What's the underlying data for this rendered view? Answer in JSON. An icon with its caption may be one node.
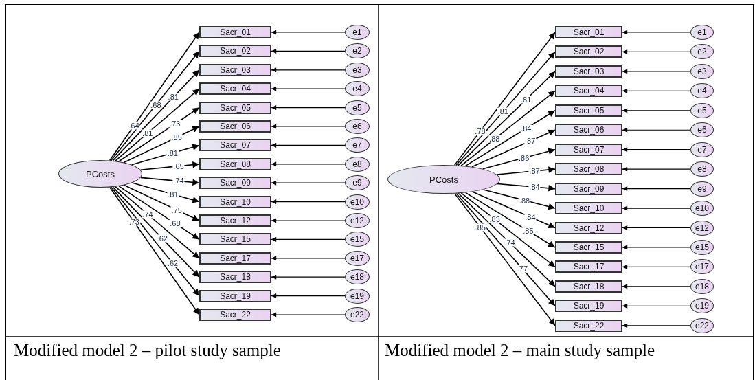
{
  "diagram": {
    "nodes": [
      {
        "text": [
          "PCosts"
        ]
      },
      {
        "text": [
          "Sacr_01"
        ]
      },
      {
        "text": [
          "Sacr_02"
        ]
      },
      {
        "text": [
          "Sacr_03"
        ]
      },
      {
        "text": [
          "Sacr_04"
        ]
      },
      {
        "text": [
          "Sacr_05"
        ]
      },
      {
        "text": [
          "Sacr_06"
        ]
      },
      {
        "text": [
          "Sacr_07"
        ]
      },
      {
        "text": [
          "Sacr_08"
        ]
      },
      {
        "text": [
          "Sacr_09"
        ]
      },
      {
        "text": [
          "Sacr_10"
        ]
      },
      {
        "text": [
          "Sacr_12"
        ]
      },
      {
        "text": [
          "Sacr_15"
        ]
      },
      {
        "text": [
          "Sacr_17"
        ]
      },
      {
        "text": [
          "Sacr_18"
        ]
      },
      {
        "text": [
          "Sacr_19"
        ]
      },
      {
        "text": [
          "Sacr_22"
        ]
      },
      {
        "text": [
          "e1"
        ]
      },
      {
        "text": [
          "e2"
        ]
      },
      {
        "text": [
          "e3"
        ]
      },
      {
        "text": [
          "e4"
        ]
      },
      {
        "text": [
          "e5"
        ]
      },
      {
        "text": [
          "e6"
        ]
      },
      {
        "text": [
          "e7"
        ]
      },
      {
        "text": [
          "e8"
        ]
      },
      {
        "text": [
          "e9"
        ]
      },
      {
        "text": [
          "e10"
        ]
      },
      {
        "text": [
          "e12"
        ]
      },
      {
        "text": [
          "e15"
        ]
      },
      {
        "text": [
          "e17"
        ]
      },
      {
        "text": [
          "e18"
        ]
      },
      {
        "text": [
          "e19"
        ]
      },
      {
        "text": [
          "e22"
        ]
      },
      {
        "text": [
          "PCosts"
        ]
      },
      {
        "text": [
          "Sacr_01"
        ]
      },
      {
        "text": [
          "Sacr_02"
        ]
      },
      {
        "text": [
          "Sacr_03"
        ]
      },
      {
        "text": [
          "Sacr_04"
        ]
      },
      {
        "text": [
          "Sacr_05"
        ]
      },
      {
        "text": [
          "Sacr_06"
        ]
      },
      {
        "text": [
          "Sacr_07"
        ]
      },
      {
        "text": [
          "Sacr_08"
        ]
      },
      {
        "text": [
          "Sacr_09"
        ]
      },
      {
        "text": [
          "Sacr_10"
        ]
      },
      {
        "text": [
          "Sacr_12"
        ]
      },
      {
        "text": [
          "Sacr_15"
        ]
      },
      {
        "text": [
          "Sacr_17"
        ]
      },
      {
        "text": [
          "Sacr_18"
        ]
      },
      {
        "text": [
          "Sacr_19"
        ]
      },
      {
        "text": [
          "Sacr_22"
        ]
      },
      {
        "text": [
          "e1"
        ]
      },
      {
        "text": [
          "e2"
        ]
      },
      {
        "text": [
          "e3"
        ]
      },
      {
        "text": [
          "e4"
        ]
      },
      {
        "text": [
          "e5"
        ]
      },
      {
        "text": [
          "e6"
        ]
      },
      {
        "text": [
          "e7"
        ]
      },
      {
        "text": [
          "e8"
        ]
      },
      {
        "text": [
          "e9"
        ]
      },
      {
        "text": [
          "e10"
        ]
      },
      {
        "text": [
          "e12"
        ]
      },
      {
        "text": [
          "e15"
        ]
      },
      {
        "text": [
          "e17"
        ]
      },
      {
        "text": [
          "e18"
        ]
      },
      {
        "text": [
          "e19"
        ]
      },
      {
        "text": [
          "e22"
        ]
      }
    ],
    "edges": [
      {
        "from": 0,
        "to": 1,
        "arrow": "to",
        "label": ".64"
      },
      {
        "from": 0,
        "to": 2,
        "arrow": "to",
        "label": ".68"
      },
      {
        "from": 0,
        "to": 3,
        "arrow": "to",
        "label": ".81"
      },
      {
        "from": 0,
        "to": 4,
        "arrow": "to",
        "label": ".81"
      },
      {
        "from": 0,
        "to": 5,
        "arrow": "to",
        "label": ".73"
      },
      {
        "from": 0,
        "to": 6,
        "arrow": "to",
        "label": ".85"
      },
      {
        "from": 0,
        "to": 7,
        "arrow": "to",
        "label": ".81"
      },
      {
        "from": 0,
        "to": 8,
        "arrow": "to",
        "label": ".65"
      },
      {
        "from": 0,
        "to": 9,
        "arrow": "to",
        "label": ".74"
      },
      {
        "from": 0,
        "to": 10,
        "arrow": "to",
        "label": ".81"
      },
      {
        "from": 0,
        "to": 11,
        "arrow": "to",
        "label": ".75"
      },
      {
        "from": 0,
        "to": 12,
        "arrow": "to",
        "label": ".68"
      },
      {
        "from": 0,
        "to": 13,
        "arrow": "to",
        "label": ".74"
      },
      {
        "from": 0,
        "to": 14,
        "arrow": "to",
        "label": ".62"
      },
      {
        "from": 0,
        "to": 15,
        "arrow": "to",
        "label": ".62"
      },
      {
        "from": 0,
        "to": 16,
        "arrow": "to",
        "label": ".73"
      },
      {
        "from": 17,
        "to": 1,
        "arrow": "to"
      },
      {
        "from": 18,
        "to": 2,
        "arrow": "to"
      },
      {
        "from": 19,
        "to": 3,
        "arrow": "to"
      },
      {
        "from": 20,
        "to": 4,
        "arrow": "to"
      },
      {
        "from": 21,
        "to": 5,
        "arrow": "to"
      },
      {
        "from": 22,
        "to": 6,
        "arrow": "to"
      },
      {
        "from": 23,
        "to": 7,
        "arrow": "to"
      },
      {
        "from": 24,
        "to": 8,
        "arrow": "to"
      },
      {
        "from": 25,
        "to": 9,
        "arrow": "to"
      },
      {
        "from": 26,
        "to": 10,
        "arrow": "to"
      },
      {
        "from": 27,
        "to": 11,
        "arrow": "to"
      },
      {
        "from": 28,
        "to": 12,
        "arrow": "to"
      },
      {
        "from": 29,
        "to": 13,
        "arrow": "to"
      },
      {
        "from": 30,
        "to": 14,
        "arrow": "to"
      },
      {
        "from": 31,
        "to": 15,
        "arrow": "to"
      },
      {
        "from": 32,
        "to": 16,
        "arrow": "to"
      },
      {
        "from": 33,
        "to": 34,
        "arrow": "to",
        "label": ".78"
      },
      {
        "from": 33,
        "to": 35,
        "arrow": "to",
        "label": ".81"
      },
      {
        "from": 33,
        "to": 36,
        "arrow": "to",
        "label": ".81"
      },
      {
        "from": 33,
        "to": 37,
        "arrow": "to",
        "label": ".88"
      },
      {
        "from": 33,
        "to": 38,
        "arrow": "to",
        "label": ".84"
      },
      {
        "from": 33,
        "to": 39,
        "arrow": "to",
        "label": ".87"
      },
      {
        "from": 33,
        "to": 40,
        "arrow": "to",
        "label": ".86"
      },
      {
        "from": 33,
        "to": 41,
        "arrow": "to",
        "label": ".87"
      },
      {
        "from": 33,
        "to": 42,
        "arrow": "to",
        "label": ".84"
      },
      {
        "from": 33,
        "to": 43,
        "arrow": "to",
        "label": ".88"
      },
      {
        "from": 33,
        "to": 44,
        "arrow": "to",
        "label": ".84"
      },
      {
        "from": 33,
        "to": 45,
        "arrow": "to",
        "label": ".85"
      },
      {
        "from": 33,
        "to": 46,
        "arrow": "to",
        "label": ".83"
      },
      {
        "from": 33,
        "to": 47,
        "arrow": "to",
        "label": ".74"
      },
      {
        "from": 33,
        "to": 48,
        "arrow": "to",
        "label": ".77"
      },
      {
        "from": 33,
        "to": 49,
        "arrow": "to",
        "label": ".85"
      },
      {
        "from": 50,
        "to": 34,
        "arrow": "to"
      },
      {
        "from": 51,
        "to": 35,
        "arrow": "to"
      },
      {
        "from": 52,
        "to": 36,
        "arrow": "to"
      },
      {
        "from": 53,
        "to": 37,
        "arrow": "to"
      },
      {
        "from": 54,
        "to": 38,
        "arrow": "to"
      },
      {
        "from": 55,
        "to": 39,
        "arrow": "to"
      },
      {
        "from": 56,
        "to": 40,
        "arrow": "to"
      },
      {
        "from": 57,
        "to": 41,
        "arrow": "to"
      },
      {
        "from": 58,
        "to": 42,
        "arrow": "to"
      },
      {
        "from": 59,
        "to": 43,
        "arrow": "to"
      },
      {
        "from": 60,
        "to": 44,
        "arrow": "to"
      },
      {
        "from": 61,
        "to": 45,
        "arrow": "to"
      },
      {
        "from": 62,
        "to": 46,
        "arrow": "to"
      },
      {
        "from": 63,
        "to": 47,
        "arrow": "to"
      },
      {
        "from": 64,
        "to": 48,
        "arrow": "to"
      },
      {
        "from": 65,
        "to": 49,
        "arrow": "to"
      }
    ],
    "labels": [
      "Modified model 2 – pilot study sample",
      "Modified model 2 – main study sample"
    ]
  }
}
